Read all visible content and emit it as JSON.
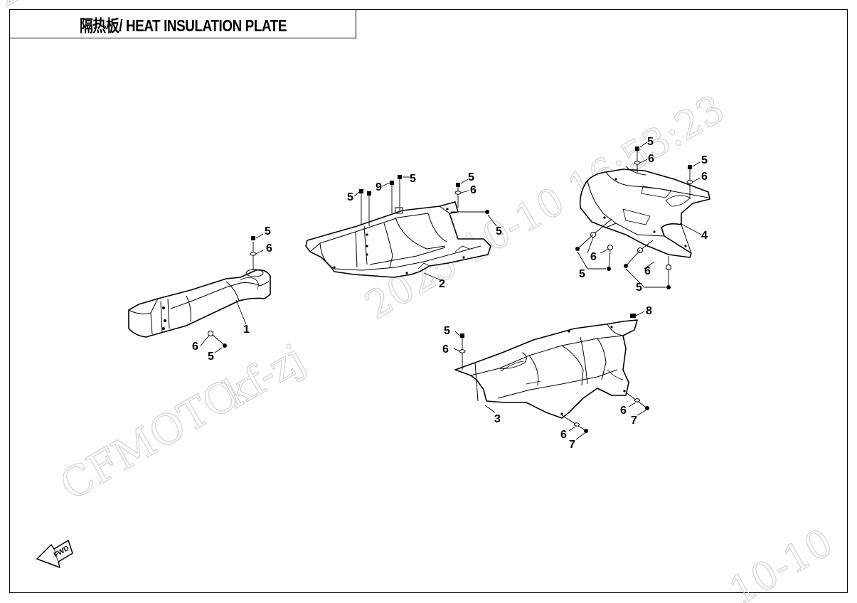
{
  "title": "隔热板/ HEAT INSULATION PLATE",
  "watermark": {
    "brand": "CFMOTO",
    "user": "kf-zj",
    "timestamp": "2025-10-10 16:53:23",
    "timestamp_partial_bottom": "10-10",
    "timestamp_partial_top": "2"
  },
  "fwd_label": "FWD",
  "callouts": {
    "p1_part": "1",
    "p1_bolt_top": "5",
    "p1_washer_top": "6",
    "p1_washer_bottom": "6",
    "p1_bolt_bottom": "5",
    "p2_part": "2",
    "p2_bolt_a": "5",
    "p2_bolt_9": "9",
    "p2_bolt_b": "5",
    "p2_bolt_c": "5",
    "p2_washer_c": "6",
    "p2_bolt_right": "5",
    "p3_part": "3",
    "p3_bolt_top": "5",
    "p3_washer_top": "6",
    "p3_grommet": "8",
    "p3_washer_mid": "6",
    "p3_nut_mid": "7",
    "p3_washer_low": "6",
    "p3_nut_low": "7",
    "p4_part": "4",
    "p4_bolt_top": "5",
    "p4_washer_top": "6",
    "p4_bolt_right": "5",
    "p4_washer_right": "6",
    "p4_washer_left": "6",
    "p4_bolt_left": "5",
    "p4_washer_low": "6",
    "p4_bolt_low": "5"
  }
}
